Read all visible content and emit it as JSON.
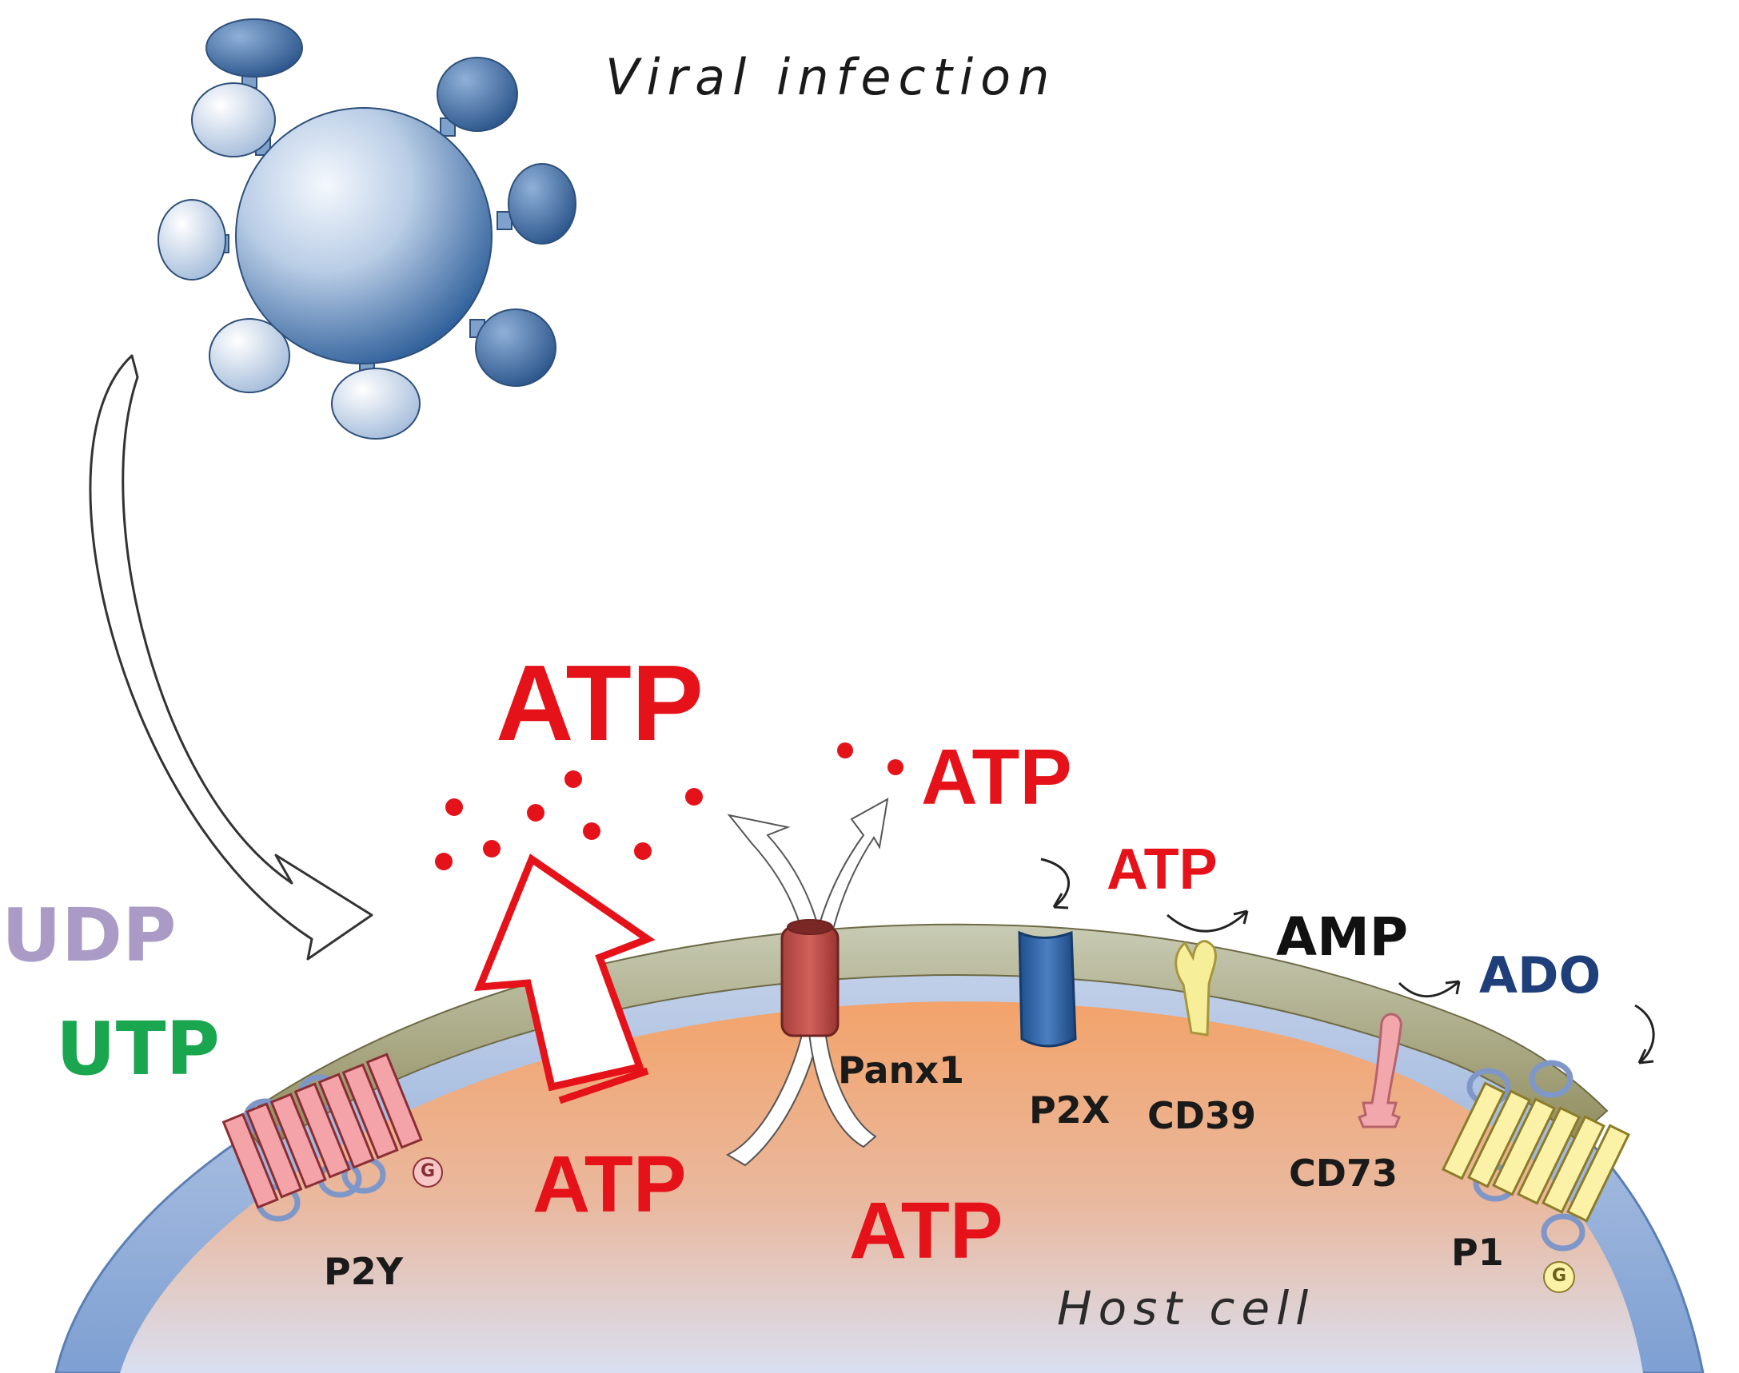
{
  "labels": {
    "title": "Viral infection",
    "host": "Host cell",
    "atp_big": "ATP",
    "atp_dots": "ATP",
    "atp_p2x": "ATP",
    "atp_inner1": "ATP",
    "atp_inner2": "ATP",
    "amp": "AMP",
    "ado": "ADO",
    "udp": "UDP",
    "utp": "UTP",
    "panx1": "Panx1",
    "p2x": "P2X",
    "cd39": "CD39",
    "cd73": "CD73",
    "p2y": "P2Y",
    "p1": "P1",
    "g_p2y": "G",
    "g_p1": "G"
  },
  "colors": {
    "atp": "#e5121a",
    "udp": "#a99bc6",
    "utp": "#1aa64f",
    "ado": "#1f3f7a",
    "amp": "#111111",
    "membrane": "#a8a47a",
    "cytoplasm": "#f0a46a",
    "cell_edge": "#7f9fcf",
    "virus": "#5d85b8"
  }
}
